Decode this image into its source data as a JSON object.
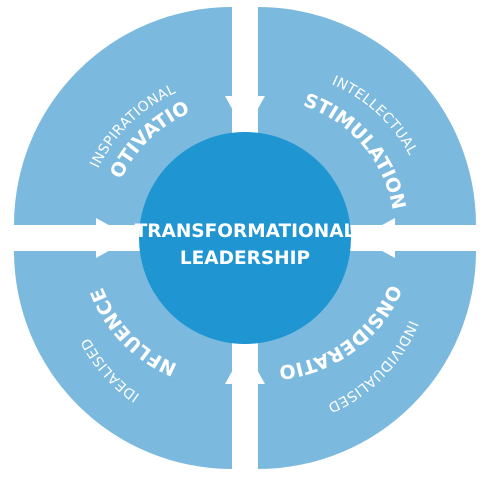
{
  "center": {
    "line1": "TRANSFORMATIONAL",
    "line2": "LEADERSHIP"
  },
  "quadrants": {
    "top_left": {
      "small": "INSPIRATIONAL",
      "big": "MOTIVATION"
    },
    "top_right": {
      "small": "INTELLECTUAL",
      "big": "STIMULATION"
    },
    "bottom_left": {
      "small": "IDEALISED",
      "big": "INFLUENCE"
    },
    "bottom_right": {
      "small": "INDIVIDUALISED",
      "big": "CONSIDERATION"
    }
  },
  "colors": {
    "ring": "#7bb9de",
    "center": "#1f95d1",
    "arrows": "#ffffff",
    "background": "#ffffff"
  }
}
